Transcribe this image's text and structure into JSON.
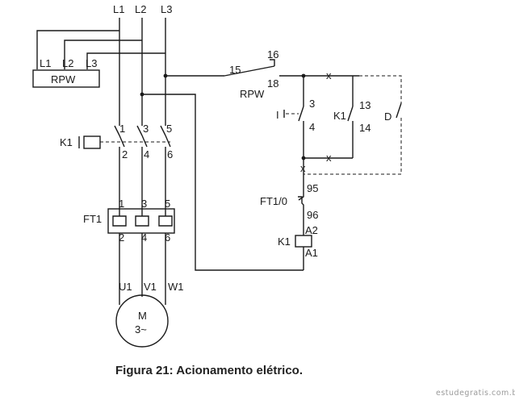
{
  "labels": {
    "l1_top": "L1",
    "l2_top": "L2",
    "l3_top": "L3",
    "rpw_l1": "L1",
    "rpw_l2": "L2",
    "rpw_l3": "L3",
    "rpw_box": "RPW",
    "rpw_contact_15": "15",
    "rpw_contact_16": "16",
    "rpw_contact_18": "18",
    "rpw_contact_label": "RPW",
    "k1_coil_left": "K1",
    "k1_c1": "1",
    "k1_c3": "3",
    "k1_c5": "5",
    "k1_c2": "2",
    "k1_c4": "4",
    "k1_c6": "6",
    "ft1_label": "FT1",
    "ft1_t1": "1",
    "ft1_t3": "3",
    "ft1_t5": "5",
    "ft1_t2": "2",
    "ft1_t4": "4",
    "ft1_t6": "6",
    "u1": "U1",
    "v1": "V1",
    "w1": "W1",
    "motor_m": "M",
    "motor_type": "3~",
    "pb_label": "I",
    "pb_3": "3",
    "pb_4": "4",
    "k1_aux_label": "K1",
    "k1_aux_13": "13",
    "k1_aux_14": "14",
    "d_label": "D",
    "ft10_label": "FT1/0",
    "ft10_95": "95",
    "ft10_96": "96",
    "k1_coil_label": "K1",
    "a2": "A2",
    "a1": "A1",
    "mark_x": "x"
  },
  "caption": "Figura 21: Acionamento elétrico.",
  "credit": "estudegratis.com.br"
}
